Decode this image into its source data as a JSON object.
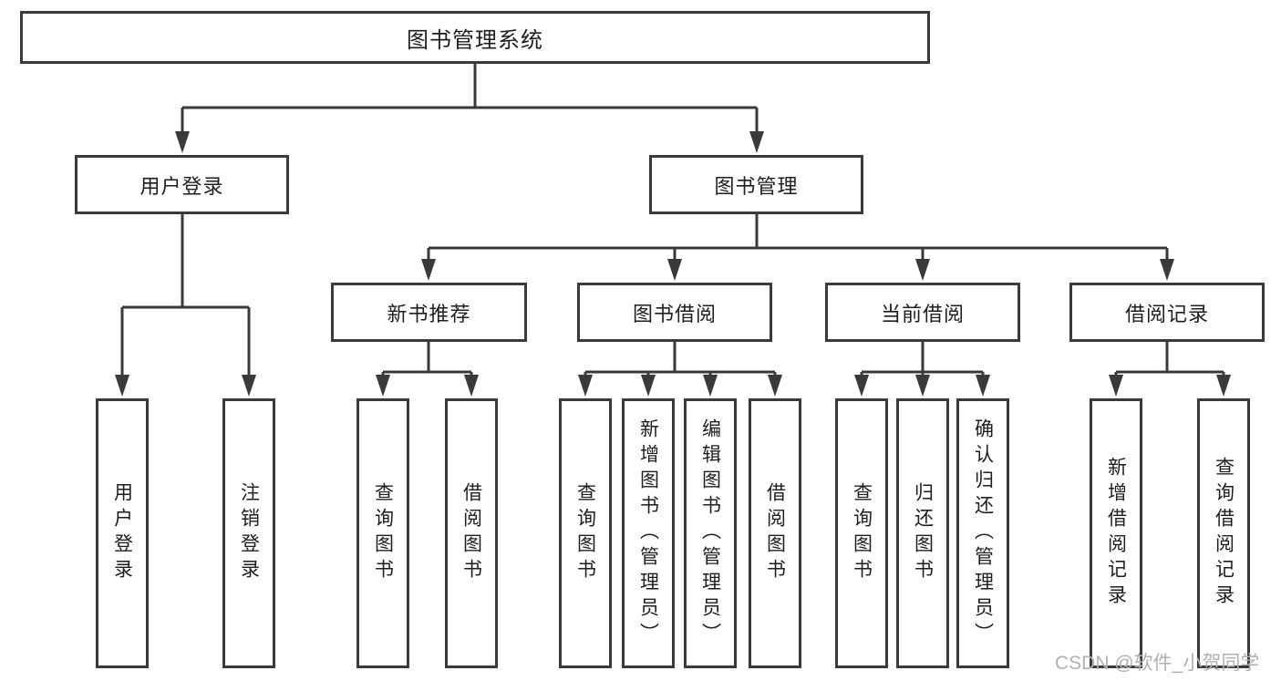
{
  "tree": {
    "root": {
      "label": "图书管理系统",
      "children": [
        {
          "label": "用户登录",
          "children": [
            {
              "label": "用户登录"
            },
            {
              "label": "注销登录"
            }
          ]
        },
        {
          "label": "图书管理",
          "children": [
            {
              "label": "新书推荐",
              "children": [
                {
                  "label": "查询图书"
                },
                {
                  "label": "借阅图书"
                }
              ]
            },
            {
              "label": "图书借阅",
              "children": [
                {
                  "label": "查询图书"
                },
                {
                  "label": "新增图书（管理员）"
                },
                {
                  "label": "编辑图书（管理员）"
                },
                {
                  "label": "借阅图书"
                }
              ]
            },
            {
              "label": "当前借阅",
              "children": [
                {
                  "label": "查询图书"
                },
                {
                  "label": "归还图书"
                },
                {
                  "label": "确认归还（管理员）"
                }
              ]
            },
            {
              "label": "借阅记录",
              "children": [
                {
                  "label": "新增借阅记录"
                },
                {
                  "label": "查询借阅记录"
                }
              ]
            }
          ]
        }
      ]
    }
  },
  "watermark": {
    "text": "CSDN @软件_小贺同学"
  },
  "colors": {
    "line": "#3a3a3a",
    "text": "#1e1e1e",
    "watermark": "#b1b1b1",
    "background": "#ffffff"
  }
}
